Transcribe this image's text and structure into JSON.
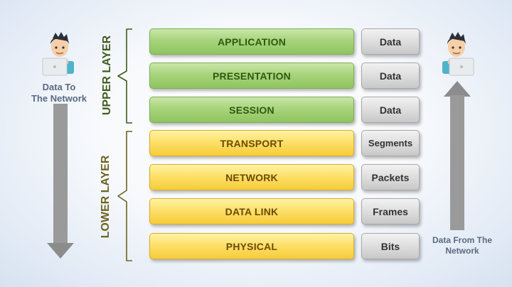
{
  "left_caption": [
    "Data To",
    "The Network"
  ],
  "right_caption": [
    "Data From The",
    "Network"
  ],
  "upper_label": "UPPER LAYER",
  "lower_label": "LOWER LAYER",
  "layers": [
    {
      "name": "APPLICATION",
      "unit": "Data",
      "group": "upper"
    },
    {
      "name": "PRESENTATION",
      "unit": "Data",
      "group": "upper"
    },
    {
      "name": "SESSION",
      "unit": "Data",
      "group": "upper"
    },
    {
      "name": "TRANSPORT",
      "unit": "Segments",
      "group": "lower"
    },
    {
      "name": "NETWORK",
      "unit": "Packets",
      "group": "lower"
    },
    {
      "name": "DATA LINK",
      "unit": "Frames",
      "group": "lower"
    },
    {
      "name": "PHYSICAL",
      "unit": "Bits",
      "group": "lower"
    }
  ],
  "colors": {
    "upper_fill": "#a8d47c",
    "upper_text": "#2d5a12",
    "lower_fill": "#fde06a",
    "lower_text": "#6b4b08",
    "unit_fill": "#dedede",
    "arrow": "#9a9a9a",
    "bracket_upper": "#3f5c1f",
    "bracket_lower": "#6d6320"
  },
  "icons": {
    "left_user": "person-laptop-icon",
    "right_user": "person-laptop-icon",
    "down_arrow": "arrow-down-icon",
    "up_arrow": "arrow-up-icon"
  }
}
